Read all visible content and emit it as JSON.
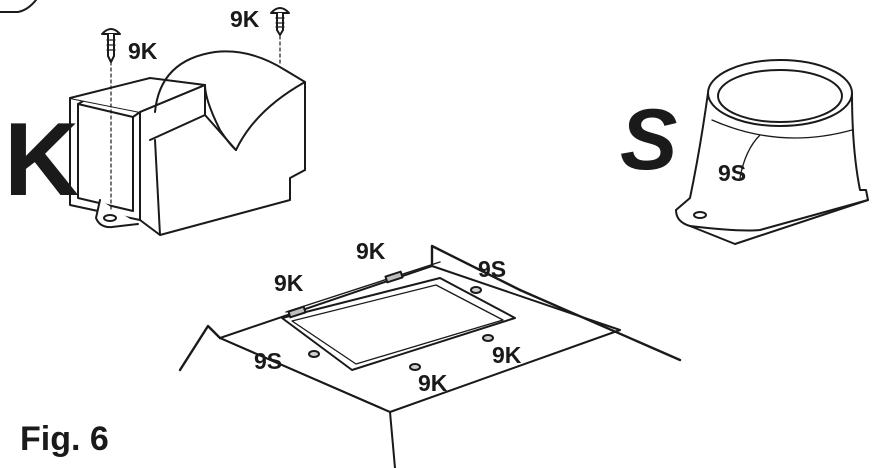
{
  "figure_caption": "Fig. 6",
  "parts": {
    "k_letter": "K",
    "s_letter": "S"
  },
  "labels": {
    "k_screw_left": "9K",
    "k_screw_right": "9K",
    "s_part": "9S",
    "plate_top": "9K",
    "plate_left": "9K",
    "plate_right_s": "9S",
    "plate_bottom_left_s": "9S",
    "plate_bottom": "9K",
    "plate_bottom_right": "9K"
  }
}
